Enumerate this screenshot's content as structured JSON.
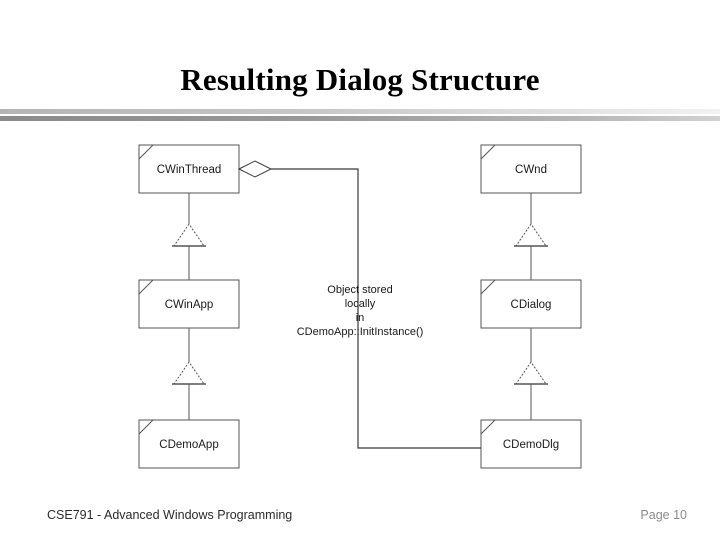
{
  "slide": {
    "title": "Resulting Dialog Structure",
    "footer": {
      "course": "CSE791 - Advanced Windows Programming",
      "page": "Page 10"
    }
  },
  "diagram": {
    "type": "uml-class-diagram",
    "stroke_color": "#555555",
    "text_color": "#1a1a1a",
    "classes": [
      {
        "id": "cwinthread",
        "label": "CWinThread"
      },
      {
        "id": "cwinapp",
        "label": "CWinApp"
      },
      {
        "id": "cdemoapp",
        "label": "CDemoApp"
      },
      {
        "id": "cwnd",
        "label": "CWnd"
      },
      {
        "id": "cdialog",
        "label": "CDialog"
      },
      {
        "id": "cdemodlg",
        "label": "CDemoDlg"
      }
    ],
    "note": {
      "lines": [
        "Object stored",
        "locally",
        "in",
        "CDemoApp::InitInstance()"
      ]
    },
    "relations": [
      {
        "type": "generalization",
        "from": "CWinApp",
        "to": "CWinThread"
      },
      {
        "type": "generalization",
        "from": "CDemoApp",
        "to": "CWinApp"
      },
      {
        "type": "generalization",
        "from": "CDialog",
        "to": "CWnd"
      },
      {
        "type": "generalization",
        "from": "CDemoDlg",
        "to": "CDialog"
      },
      {
        "type": "aggregation",
        "from": "CWinThread",
        "to": "CDemoDlg"
      }
    ]
  }
}
